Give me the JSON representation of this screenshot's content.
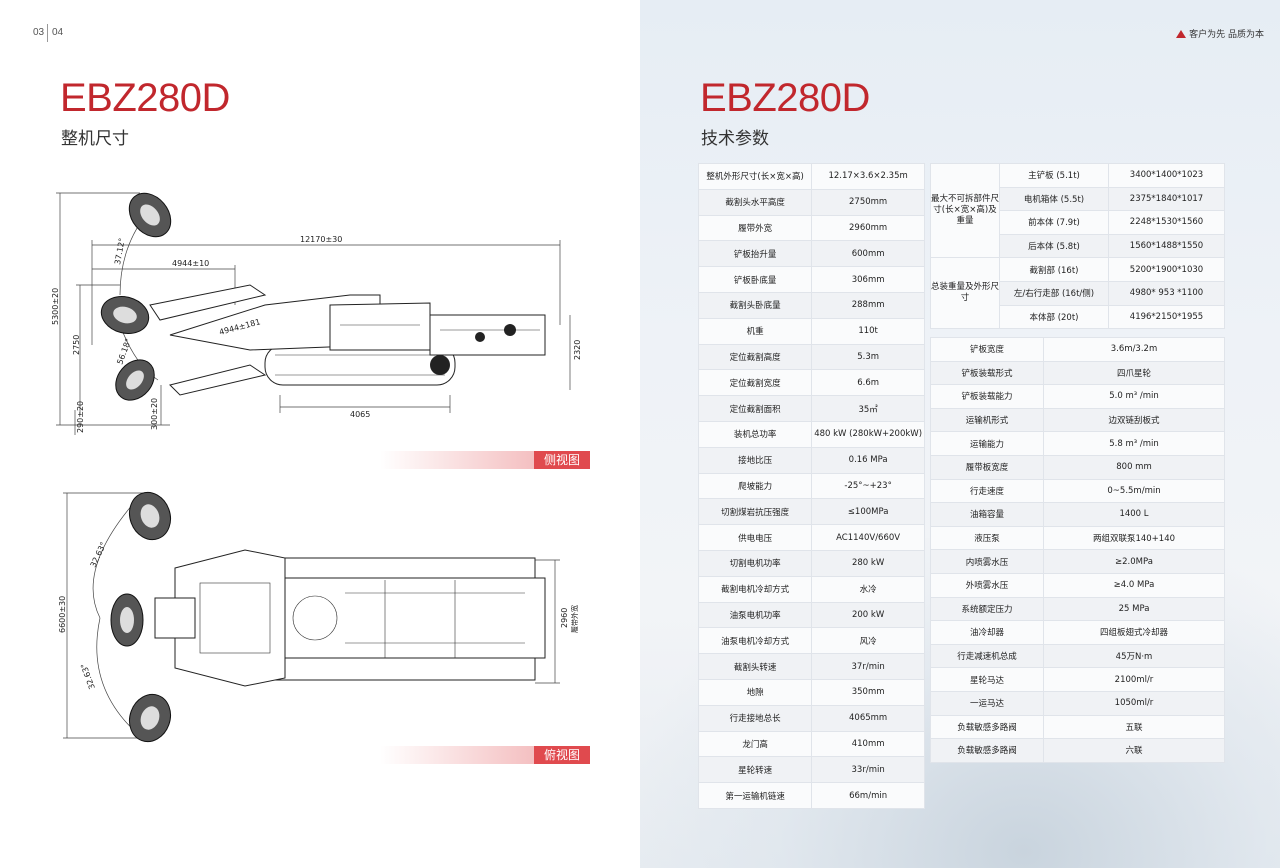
{
  "page_numbers": [
    "03",
    "04"
  ],
  "brand_slogan": "客户为先 品质为本",
  "left": {
    "model": "EBZ280D",
    "subtitle": "整机尺寸",
    "side_view_label": "侧视图",
    "top_view_label": "俯视图",
    "dims_side": {
      "total_length": "12170±30",
      "front_length": "4944±10",
      "height_max": "5300±20",
      "height_2750": "2750",
      "height_2320": "2320",
      "track_length": "4065",
      "below_290": "290±20",
      "below_300": "300±20",
      "angle_up": "37.12°",
      "angle_mid": "4944±181",
      "angle_low": "56.18°"
    },
    "dims_top": {
      "width_max": "6600±30",
      "angle_upper": "32.63°",
      "angle_lower": "32.63°",
      "track_width": "2960",
      "track_width_note": "履带外宽"
    }
  },
  "right": {
    "model": "EBZ280D",
    "subtitle": "技术参数",
    "table_main": [
      {
        "label": "整机外形尺寸(长×宽×高)",
        "value": "12.17×3.6×2.35m"
      },
      {
        "label": "截割头水平高度",
        "value": "2750mm"
      },
      {
        "label": "履带外宽",
        "value": "2960mm"
      },
      {
        "label": "铲板抬升量",
        "value": "600mm"
      },
      {
        "label": "铲板卧底量",
        "value": "306mm"
      },
      {
        "label": "截割头卧底量",
        "value": "288mm"
      },
      {
        "label": "机重",
        "value": "110t"
      },
      {
        "label": "定位截割高度",
        "value": "5.3m"
      },
      {
        "label": "定位截割宽度",
        "value": "6.6m"
      },
      {
        "label": "定位截割面积",
        "value": "35㎡"
      },
      {
        "label": "装机总功率",
        "value": "480 kW (280kW+200kW)"
      },
      {
        "label": "接地比压",
        "value": "0.16 MPa"
      },
      {
        "label": "爬坡能力",
        "value": "-25°~+23°"
      },
      {
        "label": "切割煤岩抗压强度",
        "value": "≤100MPa"
      },
      {
        "label": "供电电压",
        "value": "AC1140V/660V"
      },
      {
        "label": "切割电机功率",
        "value": "280 kW"
      },
      {
        "label": "截割电机冷却方式",
        "value": "水冷"
      },
      {
        "label": "油泵电机功率",
        "value": "200 kW"
      },
      {
        "label": "油泵电机冷却方式",
        "value": "风冷"
      },
      {
        "label": "截割头转速",
        "value": "37r/min"
      },
      {
        "label": "地隙",
        "value": "350mm"
      },
      {
        "label": "行走接地总长",
        "value": "4065mm"
      },
      {
        "label": "龙门高",
        "value": "410mm"
      },
      {
        "label": "星轮转速",
        "value": "33r/min"
      },
      {
        "label": "第一运输机链速",
        "value": "66m/min"
      }
    ],
    "table_parts": [
      {
        "group": "最大不可拆部件尺寸(长×宽×高)及重量",
        "rows": [
          {
            "label": "主铲板 (5.1t)",
            "value": "3400*1400*1023"
          },
          {
            "label": "电机箱体 (5.5t)",
            "value": "2375*1840*1017"
          },
          {
            "label": "前本体 (7.9t)",
            "value": "2248*1530*1560"
          },
          {
            "label": "后本体 (5.8t)",
            "value": "1560*1488*1550"
          }
        ]
      },
      {
        "group": "总装重量及外形尺寸",
        "rows": [
          {
            "label": "截割部 (16t)",
            "value": "5200*1900*1030"
          },
          {
            "label": "左/右行走部 (16t/侧)",
            "value": "4980* 953 *1100"
          },
          {
            "label": "本体部 (20t)",
            "value": "4196*2150*1955"
          }
        ]
      }
    ],
    "table_misc": [
      {
        "label": "铲板宽度",
        "value": "3.6m/3.2m"
      },
      {
        "label": "铲板装载形式",
        "value": "四爪星轮"
      },
      {
        "label": "铲板装载能力",
        "value": "5.0 m³ /min"
      },
      {
        "label": "运输机形式",
        "value": "边双链刮板式"
      },
      {
        "label": "运输能力",
        "value": "5.8 m³ /min"
      },
      {
        "label": "履带板宽度",
        "value": "800 mm"
      },
      {
        "label": "行走速度",
        "value": "0~5.5m/min"
      },
      {
        "label": "油箱容量",
        "value": "1400 L"
      },
      {
        "label": "液压泵",
        "value": "两组双联泵140+140"
      },
      {
        "label": "内喷雾水压",
        "value": "≥2.0MPa"
      },
      {
        "label": "外喷雾水压",
        "value": "≥4.0 MPa"
      },
      {
        "label": "系统额定压力",
        "value": "25 MPa"
      },
      {
        "label": "油冷却器",
        "value": "四组板翅式冷却器"
      },
      {
        "label": "行走减速机总成",
        "value": "45万N·m"
      },
      {
        "label": "星轮马达",
        "value": "2100ml/r"
      },
      {
        "label": "一运马达",
        "value": "1050ml/r"
      },
      {
        "label": "负载敏感多路阀",
        "value": "五联"
      },
      {
        "label": "负载敏感多路阀",
        "value": "六联"
      }
    ]
  }
}
